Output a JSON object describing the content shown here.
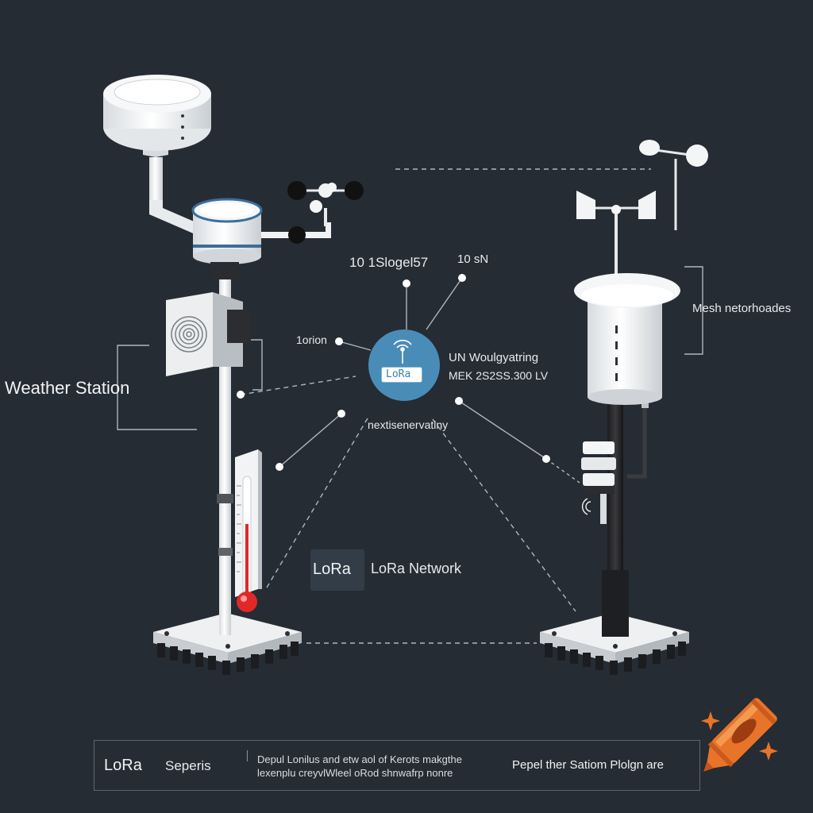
{
  "labels": {
    "weather_station": "Weather Station",
    "node1": "10 1Slogel57",
    "node2": "10 sN",
    "lorion": "1orion",
    "uv": "UN Woulgyatring",
    "mek": "MEK 2S2SS.300 LV",
    "next": "nextisenervatiny",
    "mesh": "Mesh netorhoades",
    "lora_box": "LoRa",
    "lora_network": "LoRa Network",
    "hub": "LoRa"
  },
  "footer": {
    "lora": "LoRa",
    "seperis": "Seperis",
    "desc_line1": "Depul Lonilus and etw aol of Kerots makgthe",
    "desc_line2": "lexenplu creyvlWleel oRod shnwafrp nonre",
    "right": "Pepel ther Satiom Plolgn are"
  },
  "colors": {
    "background": "#262c33",
    "hub": "#4a8cb8",
    "thermometer": "#e02828",
    "crayon": "#e8742a"
  },
  "icons": [
    "lora-antenna-icon",
    "crayon-icon",
    "sparkle-icon",
    "thermometer-icon",
    "anemometer-icon",
    "wind-vane-icon"
  ]
}
